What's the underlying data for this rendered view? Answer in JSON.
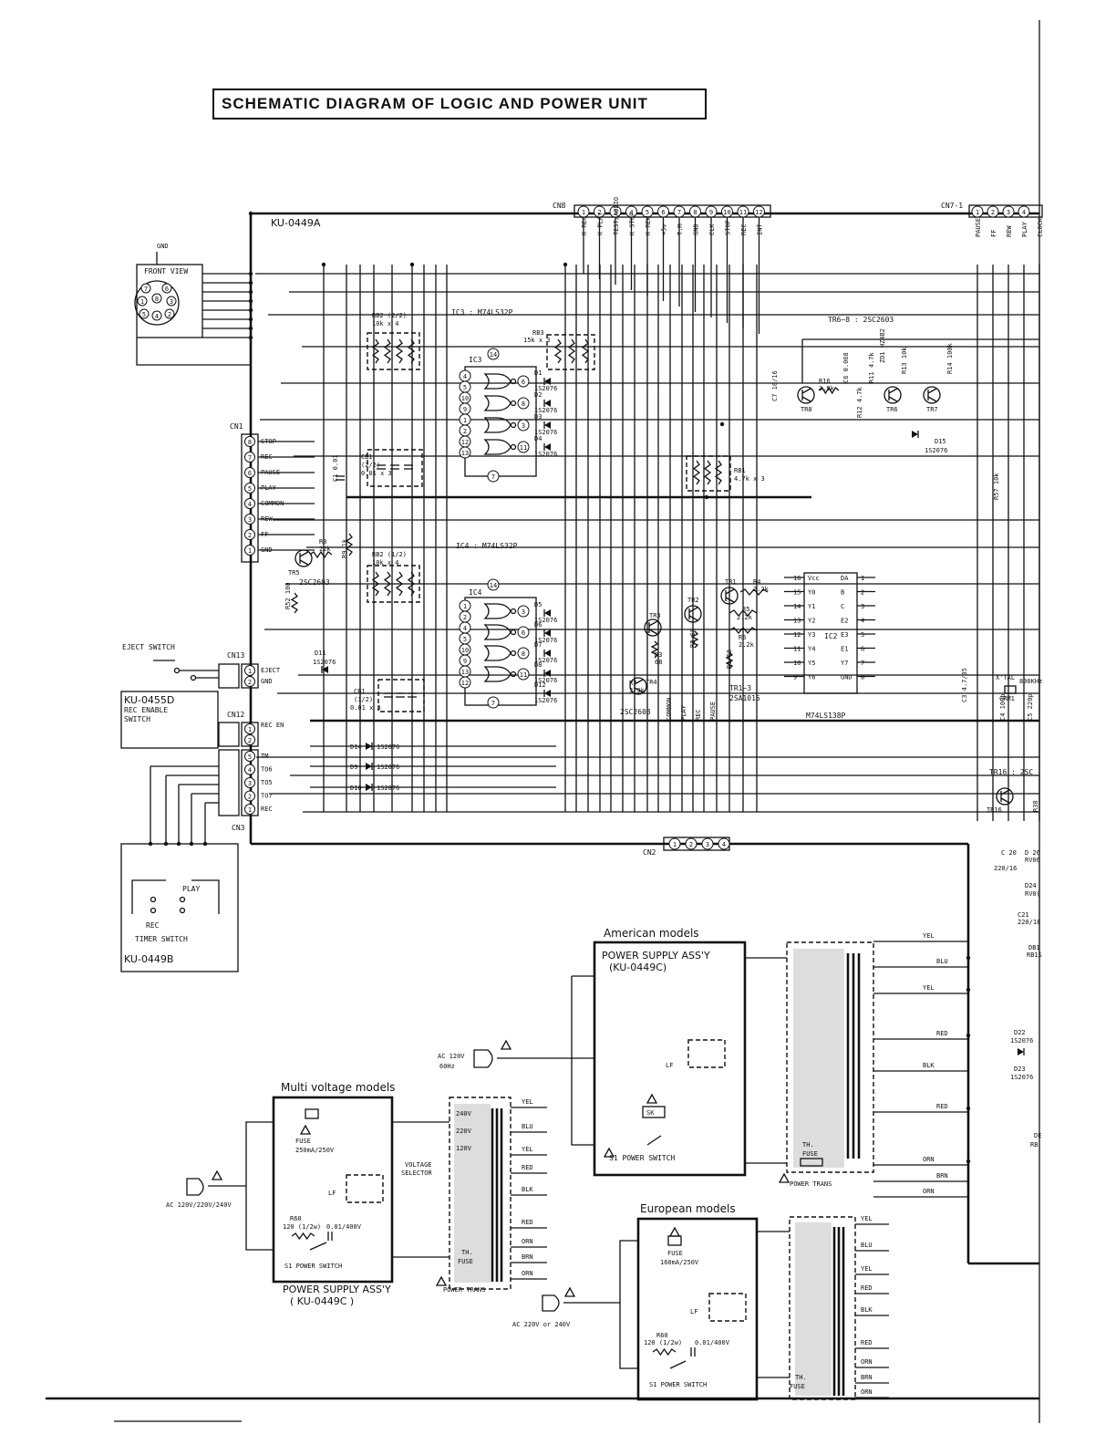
{
  "title": "SCHEMATIC DIAGRAM OF LOGIC AND POWER UNIT",
  "boards": {
    "main": "KU-0449A",
    "rec_enable": "KU-0455D",
    "rec_enable_label": "REC ENABLE",
    "switch_label": "SWITCH",
    "timer": "KU-0449B",
    "timer_label": "TIMER SWITCH"
  },
  "din": {
    "gnd": "GND",
    "front_view": "FRONT VIEW",
    "pins": [
      "7",
      "6",
      "1",
      "8",
      "3",
      "5",
      "4",
      "2"
    ]
  },
  "cn8": {
    "name": "CN8",
    "pins": [
      "1",
      "2",
      "3",
      "4",
      "5",
      "6",
      "7",
      "8",
      "9",
      "10",
      "11",
      "12"
    ],
    "signals": [
      "K REC",
      "K PLAY",
      "TEST/AUDIO",
      "K STOP",
      "K REW",
      "+5v",
      "T.M",
      "GND",
      "CLK",
      "STOP",
      "REC",
      "INT"
    ]
  },
  "cn7": {
    "name": "CN7-1",
    "pins": [
      "1",
      "2",
      "3",
      "4"
    ],
    "signals": [
      "PAUSE",
      "FF",
      "REW",
      "PLAY",
      "CLOCK"
    ]
  },
  "cn1": {
    "name": "CN1",
    "pins": [
      "8",
      "7",
      "6",
      "5",
      "4",
      "3",
      "2",
      "1"
    ],
    "signals": [
      "STOP",
      "REC",
      "PAUSE",
      "PLAY",
      "COMMON",
      "REW",
      "FF",
      "GND"
    ]
  },
  "cn13": {
    "name": "CN13",
    "pins": [
      "1",
      "2"
    ],
    "signals": [
      "EJECT",
      "GND"
    ],
    "switch": "EJECT SWITCH"
  },
  "cn12": {
    "name": "CN12",
    "pins": [
      "1",
      "2"
    ],
    "signals": [
      "REC EN"
    ]
  },
  "cn3": {
    "name": "CN3",
    "pins": [
      "5",
      "4",
      "3",
      "2",
      "1"
    ],
    "signals": [
      "TM",
      "TO6",
      "TO5",
      "TO7",
      "REC"
    ]
  },
  "cn2": {
    "name": "CN2",
    "pins": [
      "1",
      "2",
      "3",
      "4"
    ]
  },
  "timer_switch": {
    "play": "PLAY",
    "rec": "REC"
  },
  "ic3": {
    "label": "IC3 : M74LS32P",
    "name": "IC3",
    "in_pins": [
      "4",
      "5",
      "10",
      "9",
      "1",
      "2",
      "12",
      "13"
    ],
    "out_pins": [
      "6",
      "8",
      "3",
      "11"
    ],
    "vcc": "14",
    "gnd": "7"
  },
  "ic4": {
    "label": "IC4 : M74LS32P",
    "name": "IC4",
    "in_pins": [
      "1",
      "2",
      "4",
      "5",
      "10",
      "9",
      "13",
      "12"
    ],
    "out_pins": [
      "3",
      "6",
      "8",
      "11"
    ],
    "vcc": "14",
    "gnd": "7"
  },
  "ic2": {
    "label": "M74LS138P",
    "name": "IC2",
    "left_pins": [
      "16",
      "15",
      "14",
      "13",
      "12",
      "11",
      "10",
      "9"
    ],
    "left_names": [
      "Vcc",
      "Y0",
      "Y1",
      "Y2",
      "Y3",
      "Y4",
      "Y5",
      "Y6"
    ],
    "right_pins": [
      "1",
      "2",
      "3",
      "4",
      "5",
      "6",
      "7",
      "8"
    ],
    "right_names": [
      "DA",
      "B",
      "C",
      "E2",
      "E3",
      "E1",
      "Y7",
      "GND"
    ]
  },
  "resistor_arrays": {
    "rb2a": [
      "RB2 (2/2)",
      "10k x 4"
    ],
    "rb2b": [
      "RB2 (1/2)",
      "10k x 4"
    ],
    "rb3": [
      "RB3",
      "15k x 3"
    ],
    "rb1": [
      "RB1",
      "4.7k x 3"
    ],
    "cb1a": [
      "CB1",
      "(2/2)",
      "0.01 x 3"
    ],
    "cb1b": [
      "CB1",
      "(1/2)",
      "0.01 x 3"
    ]
  },
  "diodes": {
    "upper": [
      [
        "D1",
        "1S2076"
      ],
      [
        "D2",
        "1S2076"
      ],
      [
        "D3",
        "1S2076"
      ],
      [
        "D4",
        "1S2076"
      ]
    ],
    "lower": [
      [
        "D5",
        "1S2076"
      ],
      [
        "D6",
        "1S2076"
      ],
      [
        "D7",
        "1S2076"
      ],
      [
        "D8",
        "1S2076"
      ],
      [
        "D12",
        "1S2076"
      ]
    ],
    "bus": [
      [
        "D14",
        "1S2076"
      ],
      [
        "D9",
        "1S2076"
      ],
      [
        "D10",
        "1S2076"
      ]
    ],
    "d11": [
      "D11",
      "1S2076"
    ],
    "d15": [
      "D15",
      "1S2076"
    ],
    "d22": [
      "D22",
      "1S2076"
    ],
    "d23": [
      "D23",
      "1S2076"
    ],
    "d24": "D24",
    "d26": "D 26",
    "rv": [
      "RV06",
      "RV0("
    ],
    "db": [
      "DB1",
      "RB1S"
    ],
    "de": [
      "DE",
      "RB"
    ]
  },
  "components": {
    "c1": [
      "C1",
      "0.01"
    ],
    "r8": [
      "R8",
      "22k"
    ],
    "r9": [
      "R9",
      "1k"
    ],
    "tr5": [
      "TR5",
      "2SC2603"
    ],
    "r52": [
      "R52",
      "100"
    ],
    "tr1": "TR1",
    "tr2": "TR2",
    "tr3": "TR3",
    "tr4": "TR4",
    "r4": [
      "R4",
      "2.2k"
    ],
    "r5": [
      "R5",
      "2.2k"
    ],
    "r6": [
      "R6",
      "2.2k"
    ],
    "r3": [
      "R3",
      "68"
    ],
    "r2": [
      "R2",
      "68"
    ],
    "r1": [
      "R1",
      "68"
    ],
    "r7": [
      "R7",
      "3.9k"
    ],
    "tr4_type": "2SC2603",
    "tr1_3": [
      "TR1~3",
      "2SA1015"
    ],
    "tr4_labels": [
      "COMMON",
      "PLAY",
      "REC",
      "PAUSE"
    ],
    "tr6_8": "TR6~8 : 2SC2603",
    "c7": [
      "C7",
      "10/16"
    ],
    "r16": [
      "R16",
      "3.9k"
    ],
    "c6": [
      "C6",
      "0.068"
    ],
    "r11": [
      "R11",
      "4.7k"
    ],
    "zd1": [
      "ZD1",
      "HZ4B2"
    ],
    "r12": [
      "R12",
      "4.7k"
    ],
    "r13": [
      "R13",
      "10k"
    ],
    "r14": [
      "R14",
      "100k"
    ],
    "tr8": "TR8",
    "tr6": "TR6",
    "tr7": "TR7",
    "r57": [
      "R57",
      "10k"
    ],
    "c3": [
      "C3",
      "4.7/35"
    ],
    "xtal": [
      "X'TAL",
      "800KHz",
      "CRM1"
    ],
    "c4": [
      "C4",
      "100p"
    ],
    "c5": [
      "C5",
      "220p"
    ],
    "tr16": [
      "TR16 : 2SC",
      "TR16"
    ],
    "r38": "R38",
    "c20": [
      "C 20",
      "220/16"
    ],
    "c21": [
      "C21",
      "220/16"
    ]
  },
  "power": {
    "american": {
      "heading": "American models",
      "assy": [
        "POWER SUPPLY ASS'Y",
        "(KU-0449C)"
      ],
      "ac": [
        "AC 120V",
        "60Hz"
      ],
      "lf": "LF",
      "sk": "SK",
      "switch": "S1  POWER SWITCH",
      "th": [
        "TH.",
        "FUSE"
      ],
      "trans": "POWER TRANS",
      "colors": [
        "YEL",
        "BLU",
        "YEL",
        "RED",
        "BLK",
        "RED",
        "ORN",
        "BRN",
        "ORN"
      ]
    },
    "multi": {
      "heading": "Multi voltage models",
      "fuse": [
        "FUSE",
        "250mA/250V"
      ],
      "lf": "LF",
      "r60": [
        "R60",
        "120 (1/2w)",
        "0.01/400V"
      ],
      "switch": "S1 POWER SWITCH",
      "assy": [
        "POWER SUPPLY ASS'Y",
        "( KU-0449C )"
      ],
      "ac": "AC 120V/220V/240V",
      "taps": [
        "240V",
        "220V",
        "120V"
      ],
      "selector": [
        "VOLTAGE",
        "SELECTOR"
      ],
      "th": [
        "TH.",
        "FUSE"
      ],
      "trans": "POWER TRANS",
      "colors": [
        "YEL",
        "BLU",
        "YEL",
        "RED",
        "BLK",
        "RED",
        "ORN",
        "BRN",
        "ORN"
      ]
    },
    "european": {
      "heading": "European models",
      "fuse": [
        "FUSE",
        "160mA/250V"
      ],
      "lf": "LF",
      "r60": [
        "R60",
        "120 (1/2w)",
        "0.01/400V"
      ],
      "switch": "S1 POWER SWITCH",
      "ac": "AC 220V or 240V",
      "th": [
        "TH.",
        "FUSE"
      ],
      "colors": [
        "YEL",
        "BLU",
        "YEL",
        "RED",
        "BLK",
        "RED",
        "ORN",
        "BRN",
        "ORN"
      ]
    }
  }
}
